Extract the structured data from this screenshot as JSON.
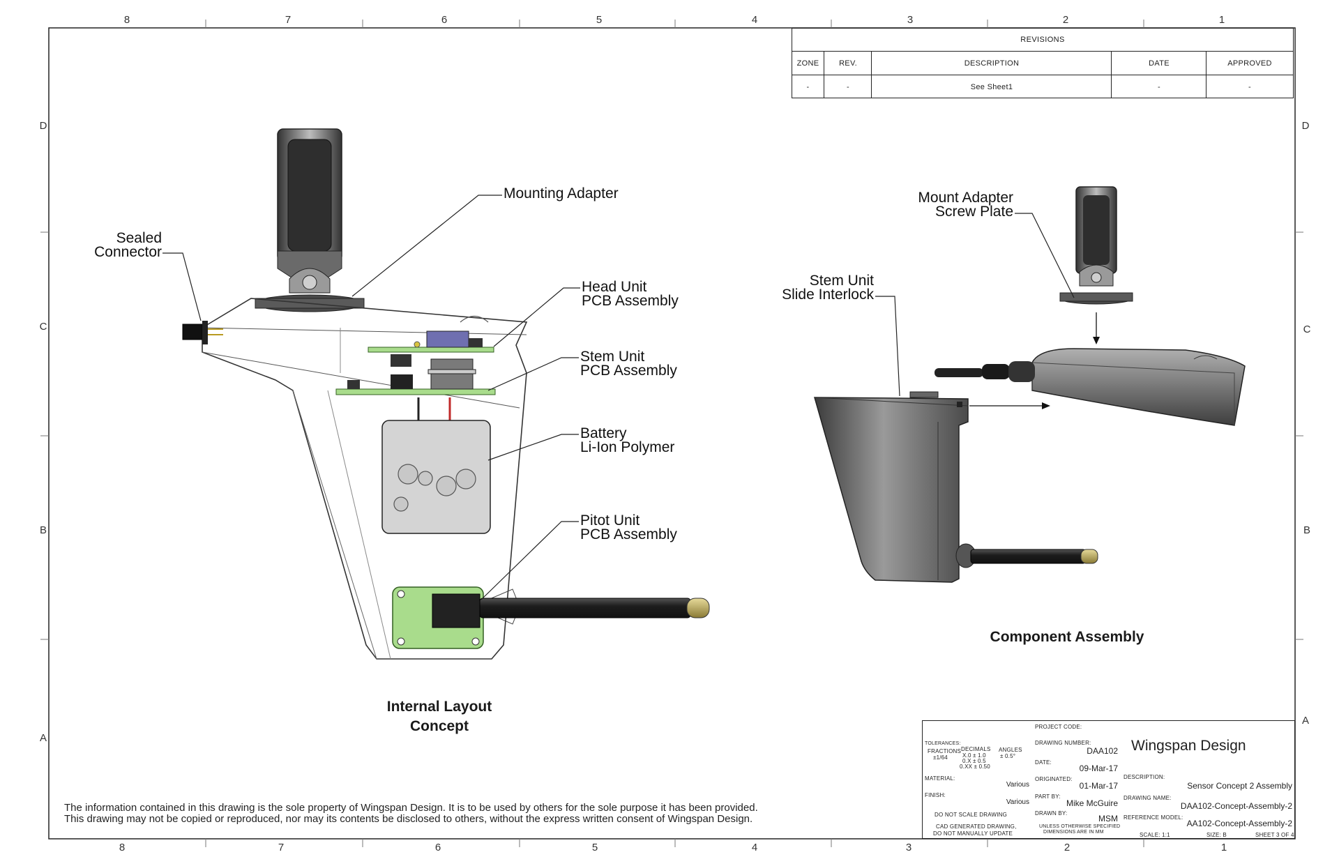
{
  "border": {
    "columns_top": [
      "8",
      "7",
      "6",
      "5",
      "4",
      "3",
      "2",
      "1"
    ],
    "columns_bottom": [
      "8",
      "7",
      "6",
      "5",
      "4",
      "3",
      "2",
      "1"
    ],
    "rows_left": [
      "D",
      "C",
      "B",
      "A"
    ],
    "rows_right": [
      "D",
      "C",
      "B",
      "A"
    ]
  },
  "revisions": {
    "title": "REVISIONS",
    "headers": [
      "ZONE",
      "REV.",
      "DESCRIPTION",
      "DATE",
      "APPROVED"
    ],
    "row": [
      "-",
      "-",
      "See Sheet1",
      "-",
      "-"
    ]
  },
  "left_view": {
    "callouts": {
      "mounting_adapter": "Mounting Adapter",
      "sealed_connector_1": "Sealed",
      "sealed_connector_2": "Connector",
      "head_unit_1": "Head Unit",
      "head_unit_2": "PCB Assembly",
      "stem_unit_1": "Stem Unit",
      "stem_unit_2": "PCB Assembly",
      "battery_1": "Battery",
      "battery_2": "Li-Ion Polymer",
      "pitot_1": "Pitot Unit",
      "pitot_2": "PCB Assembly"
    },
    "title_1": "Internal Layout",
    "title_2": "Concept"
  },
  "right_view": {
    "callouts": {
      "mount_adapter_1": "Mount Adapter",
      "mount_adapter_2": "Screw Plate",
      "stem_slide_1": "Stem Unit",
      "stem_slide_2": "Slide Interlock"
    },
    "title": "Component Assembly"
  },
  "notice": {
    "line1": "The  information  contained  in  this  drawing  is  the  sole  property of Wingspan Design.  It is to be used by others for the sole purpose it has been provided.",
    "line2": "This drawing may not be copied or reproduced, nor may its contents be disclosed to others, without the express written consent of Wingspan  Design."
  },
  "title_block": {
    "tolerances_label": "TOLERANCES:",
    "fractions_label": "FRACTIONS",
    "fractions_value": "±1/64",
    "decimals_label": "DECIMALS",
    "decimals_1": "X.0  ± 1.0",
    "decimals_2": "0.X  ± 0.5",
    "decimals_3": "0.XX ± 0.50",
    "angles_label": "ANGLES",
    "angles_value": "± 0.5°",
    "material_label": "MATERIAL:",
    "material_value": "Various",
    "finish_label": "FINISH:",
    "finish_value": "Various",
    "do_not_scale": "DO  NOT SCALE DRAWING",
    "cad_1": "CAD GENERATED DRAWING,",
    "cad_2": "DO  NOT  MANUALLY  UPDATE",
    "project_code_label": "PROJECT CODE:",
    "drawing_number_label": "DRAWING NUMBER:",
    "drawing_number_value": "DAA102",
    "date_label": "DATE:",
    "date_value": "09-Mar-17",
    "originated_label": "ORIGINATED:",
    "originated_value": "01-Mar-17",
    "part_by_label": "PART BY:",
    "part_by_value": "Mike McGuire",
    "drawn_by_label": "DRAWN BY:",
    "drawn_by_value": "MSM",
    "units_1": "UNLESS  OTHERWISE  SPECIFIED",
    "units_2": "DIMENSIONS  ARE  IN  MM",
    "company": "Wingspan Design",
    "description_label": "DESCRIPTION:",
    "description_value": "Sensor Concept 2 Assembly",
    "drawing_name_label": "DRAWING NAME:",
    "drawing_name_value": "DAA102-Concept-Assembly-2",
    "reference_model_label": "REFERENCE MODEL:",
    "reference_model_value": "AA102-Concept-Assembly-2",
    "scale": "SCALE:  1:1",
    "size": "SIZE:  B",
    "sheet": "SHEET 3  OF 4"
  },
  "colors": {
    "pcb_green": "#a9dc8c",
    "battery_gray": "#d4d4d4",
    "pitot_tip": "#b8a860",
    "body_dark": "#5a5a5a"
  }
}
